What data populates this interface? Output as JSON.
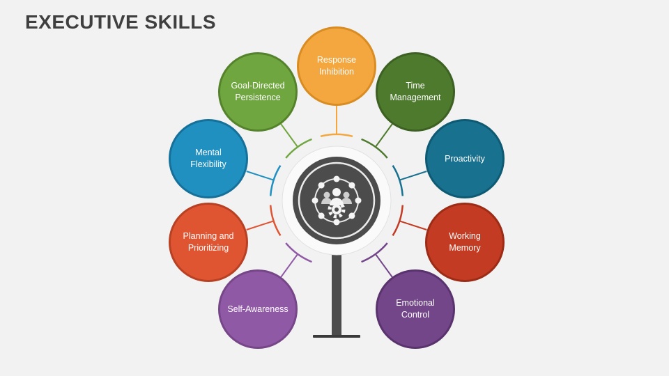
{
  "title": "EXECUTIVE SKILLS",
  "colors": {
    "background": "#F2F2F2",
    "title_text": "#3F3F3F",
    "hub_dark": "#4C4C4C",
    "hub_disc": "#FAFAFA",
    "stand": "#4C4C4C",
    "label_text": "#FFFFFF"
  },
  "hub": {
    "icon": "people-network-gear-icon"
  },
  "skills": [
    {
      "label": "Response Inhibition",
      "fill": "#F3A73E",
      "border": "#D98C22"
    },
    {
      "label": "Time Management",
      "fill": "#4E7A2E",
      "border": "#3C6122"
    },
    {
      "label": "Proactivity",
      "fill": "#17718F",
      "border": "#0F5A73"
    },
    {
      "label": "Working Memory",
      "fill": "#C33B22",
      "border": "#9C2C16"
    },
    {
      "label": "Emotional Control",
      "fill": "#73468A",
      "border": "#5A336E"
    },
    {
      "label": "Self-Awareness",
      "fill": "#9059A5",
      "border": "#764688"
    },
    {
      "label": "Planning and Prioritizing",
      "fill": "#DF5532",
      "border": "#B84023"
    },
    {
      "label": "Mental Flexibility",
      "fill": "#2090C0",
      "border": "#16719A"
    },
    {
      "label": "Goal-Directed Persistence",
      "fill": "#70A63F",
      "border": "#55832C"
    }
  ]
}
